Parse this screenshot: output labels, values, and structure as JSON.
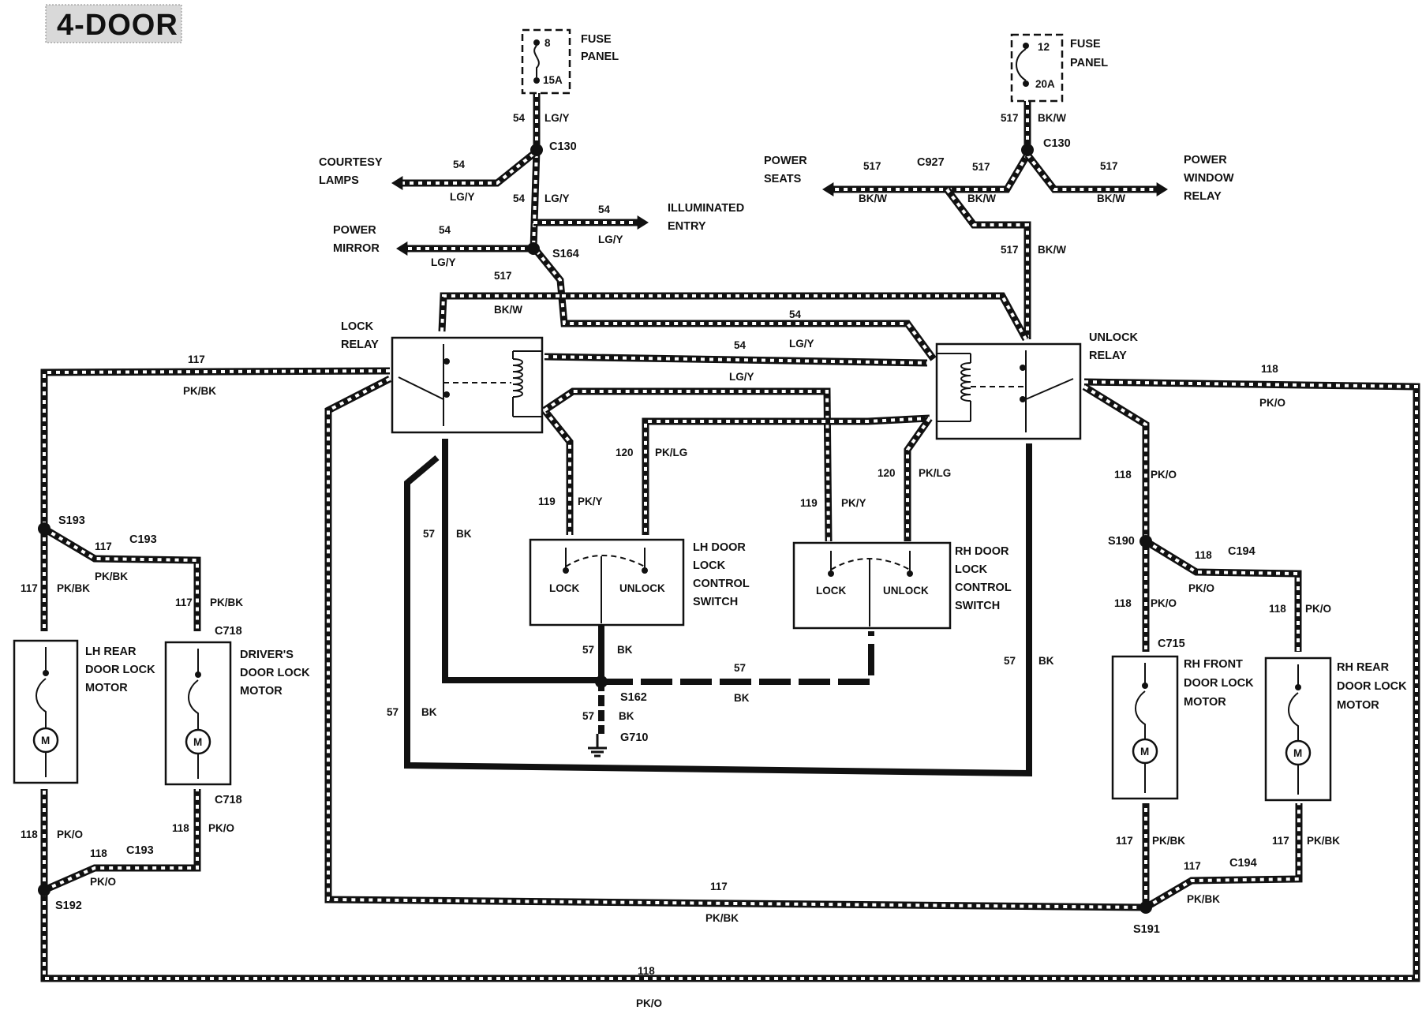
{
  "title": "4-DOOR",
  "fuse_left": {
    "number": "8",
    "rating": "15A",
    "label_line1": "FUSE",
    "label_line2": "PANEL"
  },
  "fuse_right": {
    "number": "12",
    "rating": "20A",
    "label_line1": "FUSE",
    "label_line2": "PANEL"
  },
  "connectors": {
    "c130": "C130",
    "c927": "C927",
    "c193": "C193",
    "c718": "C718",
    "c194": "C194",
    "c715": "C715"
  },
  "splices": {
    "s164": "S164",
    "s193": "S193",
    "s192": "S192",
    "s190": "S190",
    "s191": "S191",
    "s162": "S162",
    "g710": "G710"
  },
  "destinations": {
    "courtesy_lamps": [
      "COURTESY",
      "LAMPS"
    ],
    "power_mirror": [
      "POWER",
      "MIRROR"
    ],
    "illuminated_entry": [
      "ILLUMINATED",
      "ENTRY"
    ],
    "power_seats": [
      "POWER",
      "SEATS"
    ],
    "power_window_relay": [
      "POWER",
      "WINDOW",
      "RELAY"
    ]
  },
  "components": {
    "lock_relay": [
      "LOCK",
      "RELAY"
    ],
    "unlock_relay": [
      "UNLOCK",
      "RELAY"
    ],
    "lh_switch": [
      "LH DOOR",
      "LOCK",
      "CONTROL",
      "SWITCH"
    ],
    "rh_switch": [
      "RH DOOR",
      "LOCK",
      "CONTROL",
      "SWITCH"
    ],
    "lh_rear_motor": [
      "LH REAR",
      "DOOR LOCK",
      "MOTOR"
    ],
    "drivers_motor": [
      "DRIVER'S",
      "DOOR LOCK",
      "MOTOR"
    ],
    "rh_front_motor": [
      "RH FRONT",
      "DOOR LOCK",
      "MOTOR"
    ],
    "rh_rear_motor": [
      "RH REAR",
      "DOOR LOCK",
      "MOTOR"
    ],
    "motor_symbol": "M",
    "switch_lock": "LOCK",
    "switch_unlock": "UNLOCK"
  },
  "circuits": {
    "c54": "54",
    "c517": "517",
    "c117": "117",
    "c118": "118",
    "c119": "119",
    "c120": "120",
    "c57": "57"
  },
  "colors": {
    "lgy": "LG/Y",
    "bkw": "BK/W",
    "pkbk": "PK/BK",
    "pko": "PK/O",
    "pky": "PK/Y",
    "pklg": "PK/LG",
    "bk": "BK"
  }
}
